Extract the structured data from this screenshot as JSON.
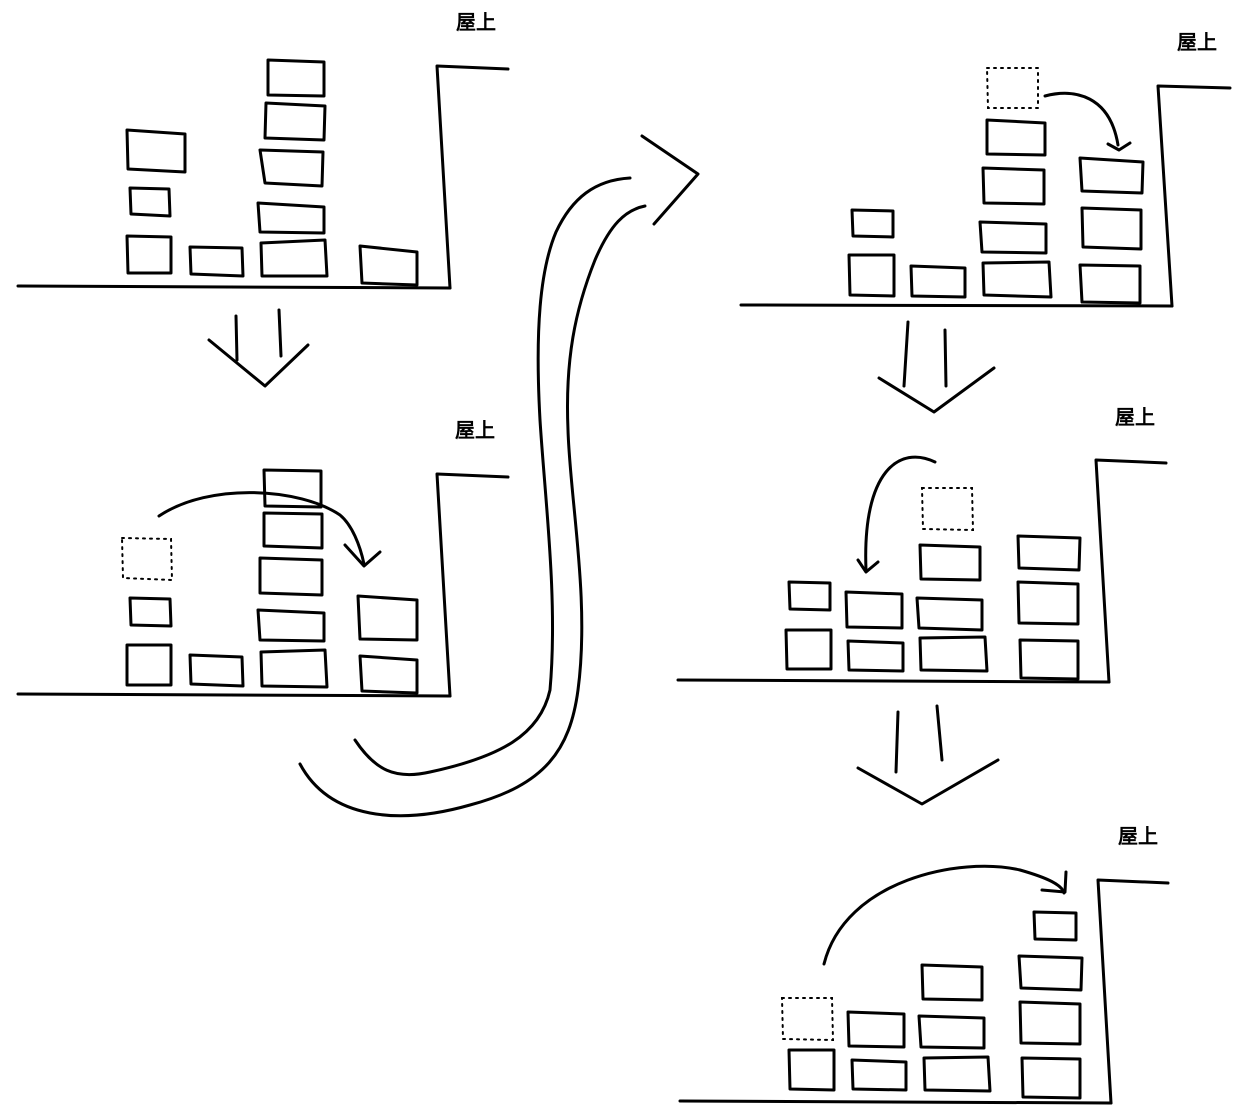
{
  "panels": [
    {
      "id": "panel-1",
      "label": "屋上"
    },
    {
      "id": "panel-2",
      "label": "屋上"
    },
    {
      "id": "panel-3",
      "label": "屋上"
    },
    {
      "id": "panel-4",
      "label": "屋上"
    },
    {
      "id": "panel-5",
      "label": "屋上"
    }
  ],
  "icons": {
    "down_arrow": "down-arrow-icon",
    "curved_arrow": "curved-arrow-icon",
    "move_arrow": "move-arrow-icon"
  }
}
